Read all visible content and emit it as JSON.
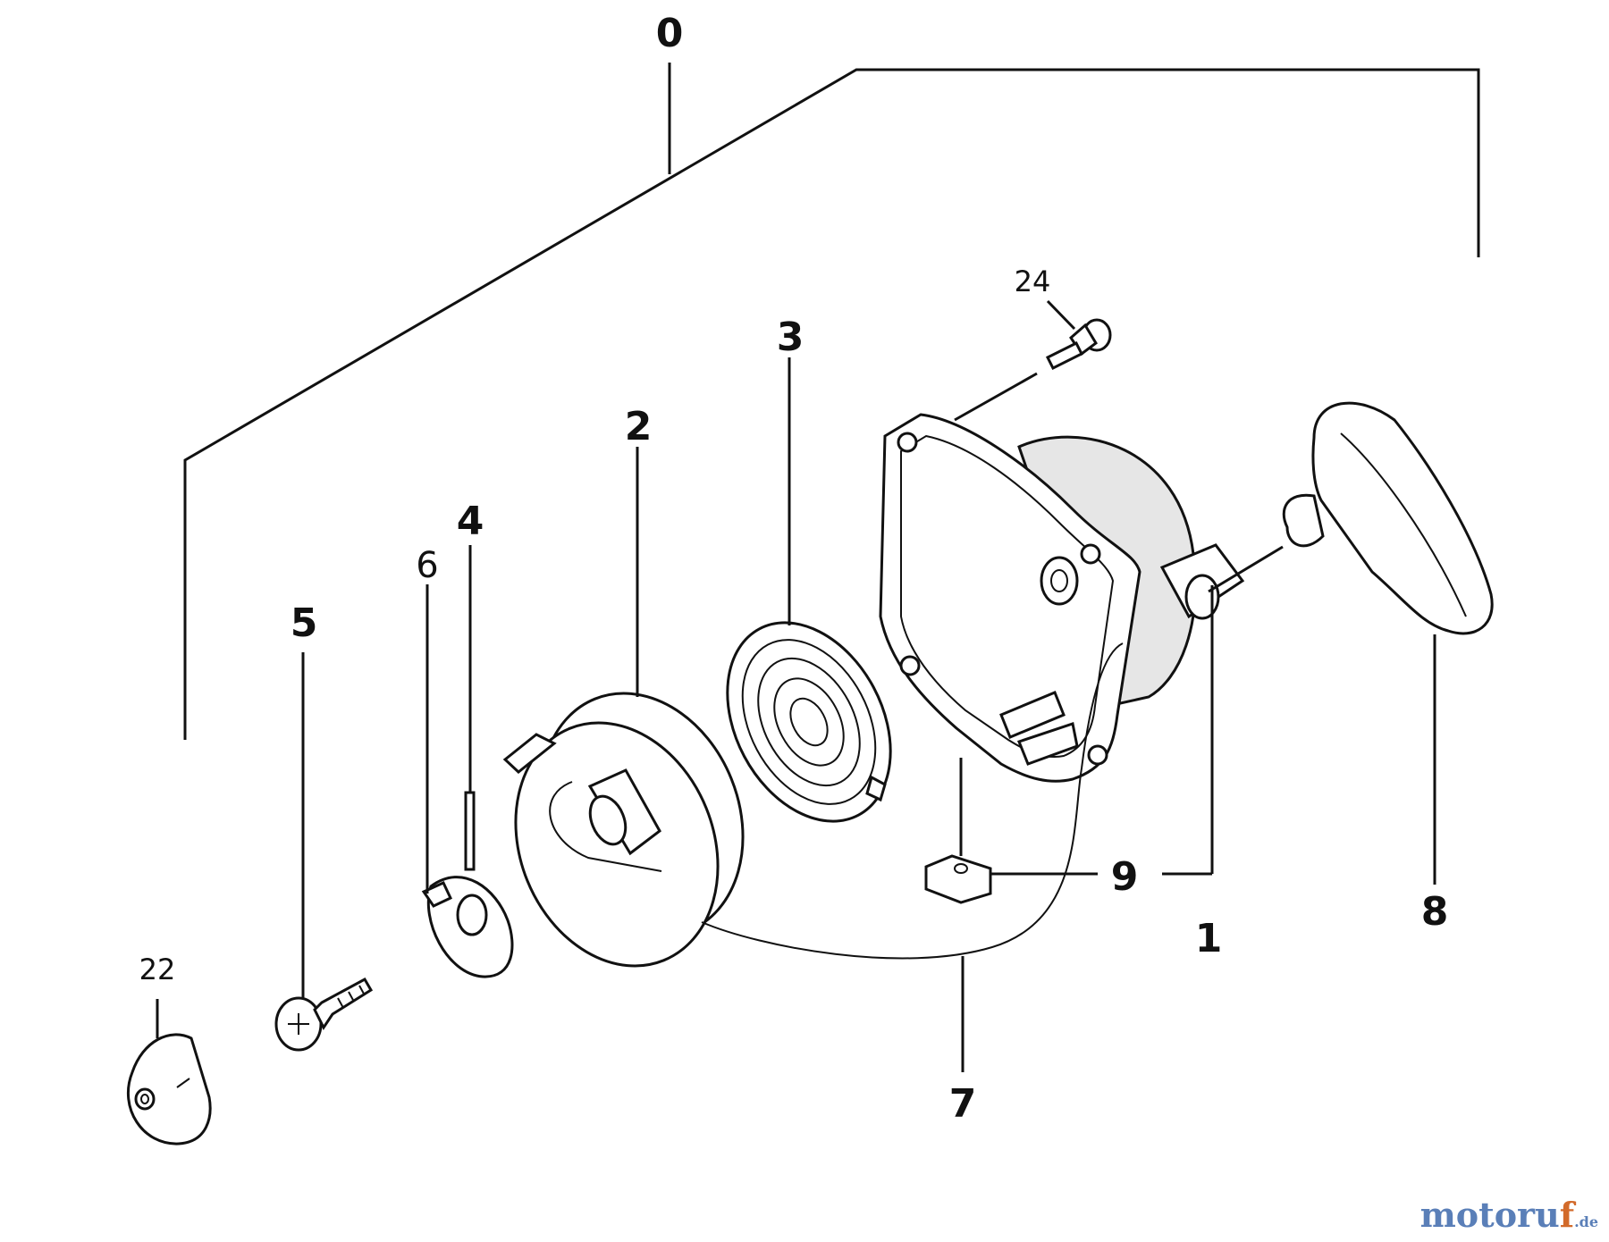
{
  "callouts": {
    "c0": "0",
    "c1": "1",
    "c2": "2",
    "c3": "3",
    "c4": "4",
    "c5": "5",
    "c6": "6",
    "c7": "7",
    "c8": "8",
    "c9": "9",
    "c22": "22",
    "c24": "24"
  },
  "watermark": {
    "brand": "motoru",
    "accent": "f",
    "tld": ".de"
  }
}
